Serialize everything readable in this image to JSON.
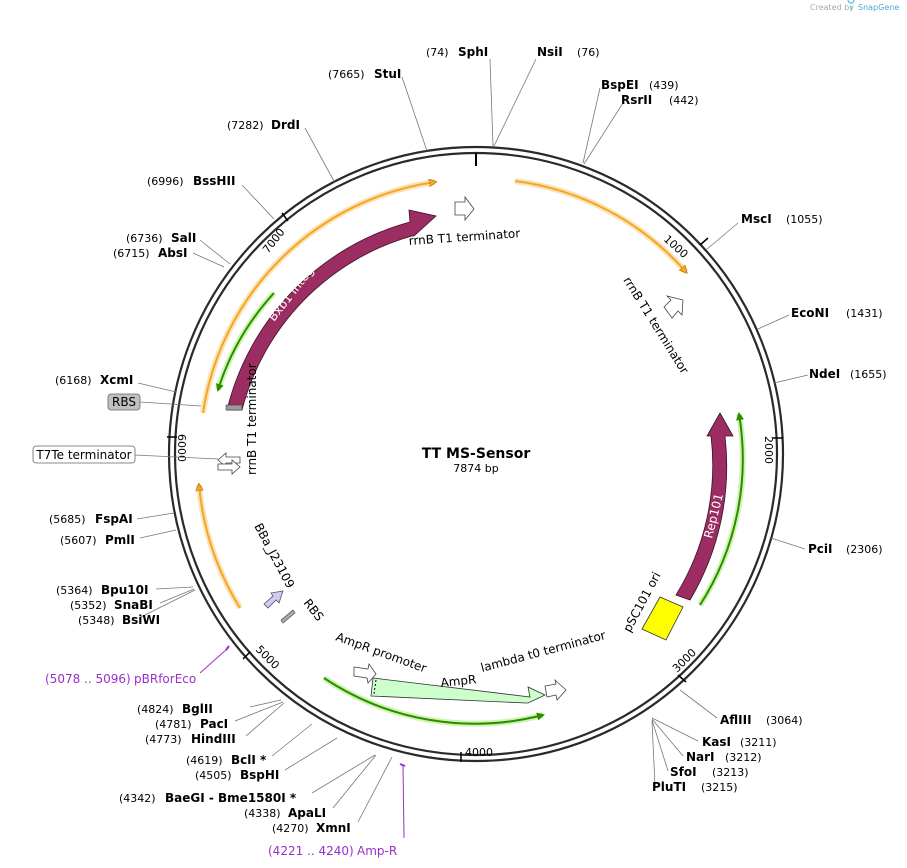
{
  "watermark": {
    "created_by": "Created by",
    "brand": "SnapGene"
  },
  "plasmid": {
    "name": "TT MS-Sensor",
    "length": "7874 bp"
  },
  "ticks": [
    "1000",
    "2000",
    "3000",
    "4000",
    "5000",
    "6000",
    "7000"
  ],
  "sites": [
    {
      "name": "SphI",
      "pos": "(74)"
    },
    {
      "name": "NsiI",
      "pos": "(76)"
    },
    {
      "name": "BspEI",
      "pos": "(439)"
    },
    {
      "name": "RsrII",
      "pos": "(442)"
    },
    {
      "name": "MscI",
      "pos": "(1055)"
    },
    {
      "name": "EcoNI",
      "pos": "(1431)"
    },
    {
      "name": "NdeI",
      "pos": "(1655)"
    },
    {
      "name": "PciI",
      "pos": "(2306)"
    },
    {
      "name": "AflIII",
      "pos": "(3064)"
    },
    {
      "name": "KasI",
      "pos": "(3211)"
    },
    {
      "name": "NarI",
      "pos": "(3212)"
    },
    {
      "name": "SfoI",
      "pos": "(3213)"
    },
    {
      "name": "PluTI",
      "pos": "(3215)"
    },
    {
      "name": "XmnI",
      "pos": "(4270)"
    },
    {
      "name": "ApaLI",
      "pos": "(4338)"
    },
    {
      "name": "BaeGI  -  Bme1580I *",
      "pos": "(4342)"
    },
    {
      "name": "BspHI",
      "pos": "(4505)"
    },
    {
      "name": "BclI *",
      "pos": "(4619)"
    },
    {
      "name": "HindIII",
      "pos": "(4773)"
    },
    {
      "name": "PacI",
      "pos": "(4781)"
    },
    {
      "name": "BglII",
      "pos": "(4824)"
    },
    {
      "name": "BsiWI",
      "pos": "(5348)"
    },
    {
      "name": "SnaBI",
      "pos": "(5352)"
    },
    {
      "name": "Bpu10I",
      "pos": "(5364)"
    },
    {
      "name": "PmlI",
      "pos": "(5607)"
    },
    {
      "name": "FspAI",
      "pos": "(5685)"
    },
    {
      "name": "XcmI",
      "pos": "(6168)"
    },
    {
      "name": "AbsI",
      "pos": "(6715)"
    },
    {
      "name": "SalI",
      "pos": "(6736)"
    },
    {
      "name": "BssHII",
      "pos": "(6996)"
    },
    {
      "name": "DrdI",
      "pos": "(7282)"
    },
    {
      "name": "StuI",
      "pos": "(7665)"
    }
  ],
  "features": {
    "rrnb_top": "rrnB T1 terminator",
    "rrnb_right": "rrnB T1 terminator",
    "rrnb_left": "rrnB T1 terminator",
    "bxb1": "Bxb1 Integrase",
    "rep101": "Rep101",
    "psc101": "pSC101 ori",
    "lambda": "lambda t0 terminator",
    "ampr": "AmpR",
    "ampr_promoter": "AmpR promoter",
    "rbs_inner": "RBS",
    "bba": "BBa_J23109",
    "rbs_box": "RBS",
    "t7te": "T7Te terminator"
  },
  "primers": [
    {
      "label": "pBRforEco",
      "range": "(5078 .. 5096)"
    },
    {
      "label": "Amp-R",
      "range": "(4221 .. 4240)"
    }
  ],
  "colors": {
    "backbone": "#2a2a2a",
    "bxb1": "#9b2d63",
    "rep101": "#9b2d63",
    "ori": "#ffff00",
    "ampr": "#ccffcc",
    "terminator_arc": "#f5a623",
    "green_arc": "#2e8b00",
    "primer": "#9b30c8",
    "rbs_box": "#c0c0c0"
  }
}
